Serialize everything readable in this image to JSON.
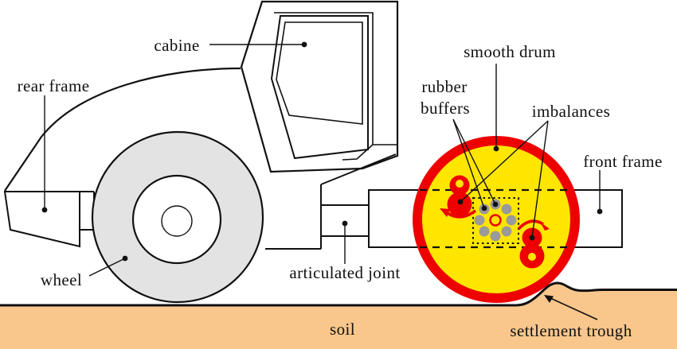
{
  "labels": {
    "cabine": "cabine",
    "rear_frame": "rear frame",
    "wheel": "wheel",
    "articulated_joint": "articulated joint",
    "smooth_drum": "smooth drum",
    "rubber_buffers_line1": "rubber",
    "rubber_buffers_line2": "buffers",
    "imbalances": "imbalances",
    "front_frame": "front frame",
    "soil": "soil",
    "settlement_trough": "settlement trough"
  },
  "colors": {
    "drum_outline_red": "#ee0000",
    "drum_fill_yellow": "#ffe600",
    "soil_tan": "#f9c68c",
    "wheel_gray": "#e3e3e3",
    "buffer_dot_gray": "#9a9a9a",
    "line_black": "#111111"
  }
}
